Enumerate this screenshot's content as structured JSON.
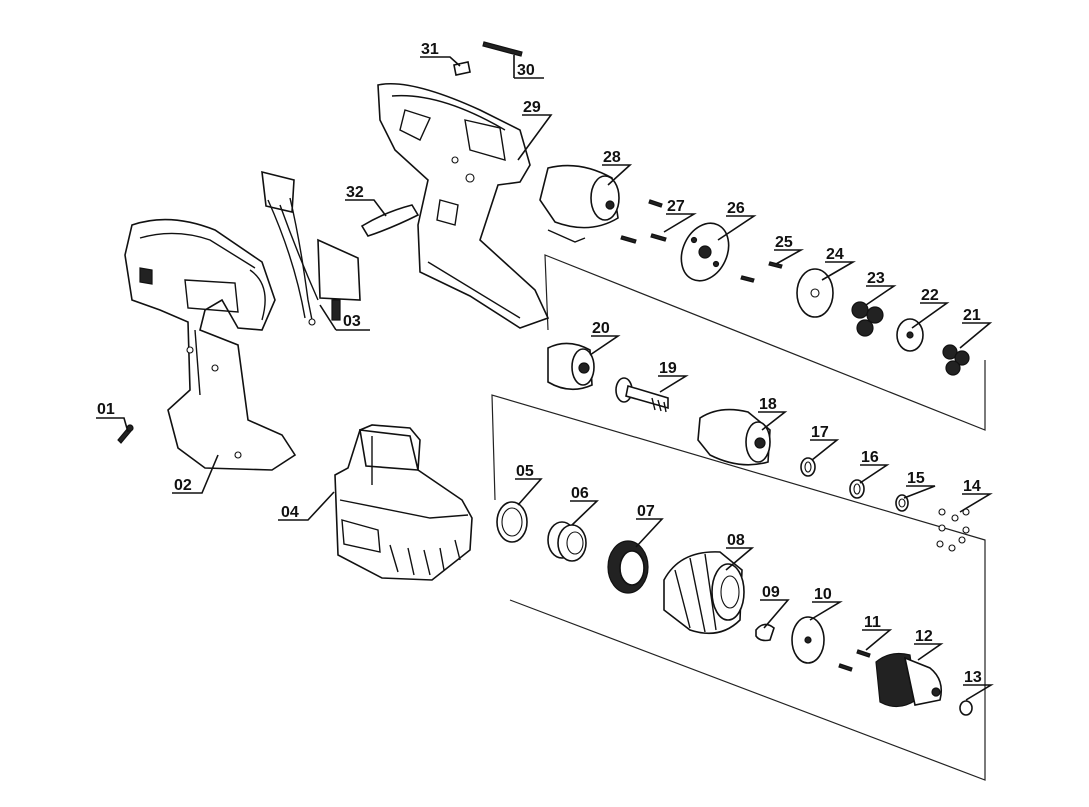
{
  "diagram": {
    "labels": {
      "p01": "01",
      "p02": "02",
      "p03": "03",
      "p04": "04",
      "p05": "05",
      "p06": "06",
      "p07": "07",
      "p08": "08",
      "p09": "09",
      "p10": "10",
      "p11": "11",
      "p12": "12",
      "p13": "13",
      "p14": "14",
      "p15": "15",
      "p16": "16",
      "p17": "17",
      "p18": "18",
      "p19": "19",
      "p20": "20",
      "p21": "21",
      "p22": "22",
      "p23": "23",
      "p24": "24",
      "p25": "25",
      "p26": "26",
      "p27": "27",
      "p28": "28",
      "p29": "29",
      "p30": "30",
      "p31": "31",
      "p32": "32"
    }
  }
}
